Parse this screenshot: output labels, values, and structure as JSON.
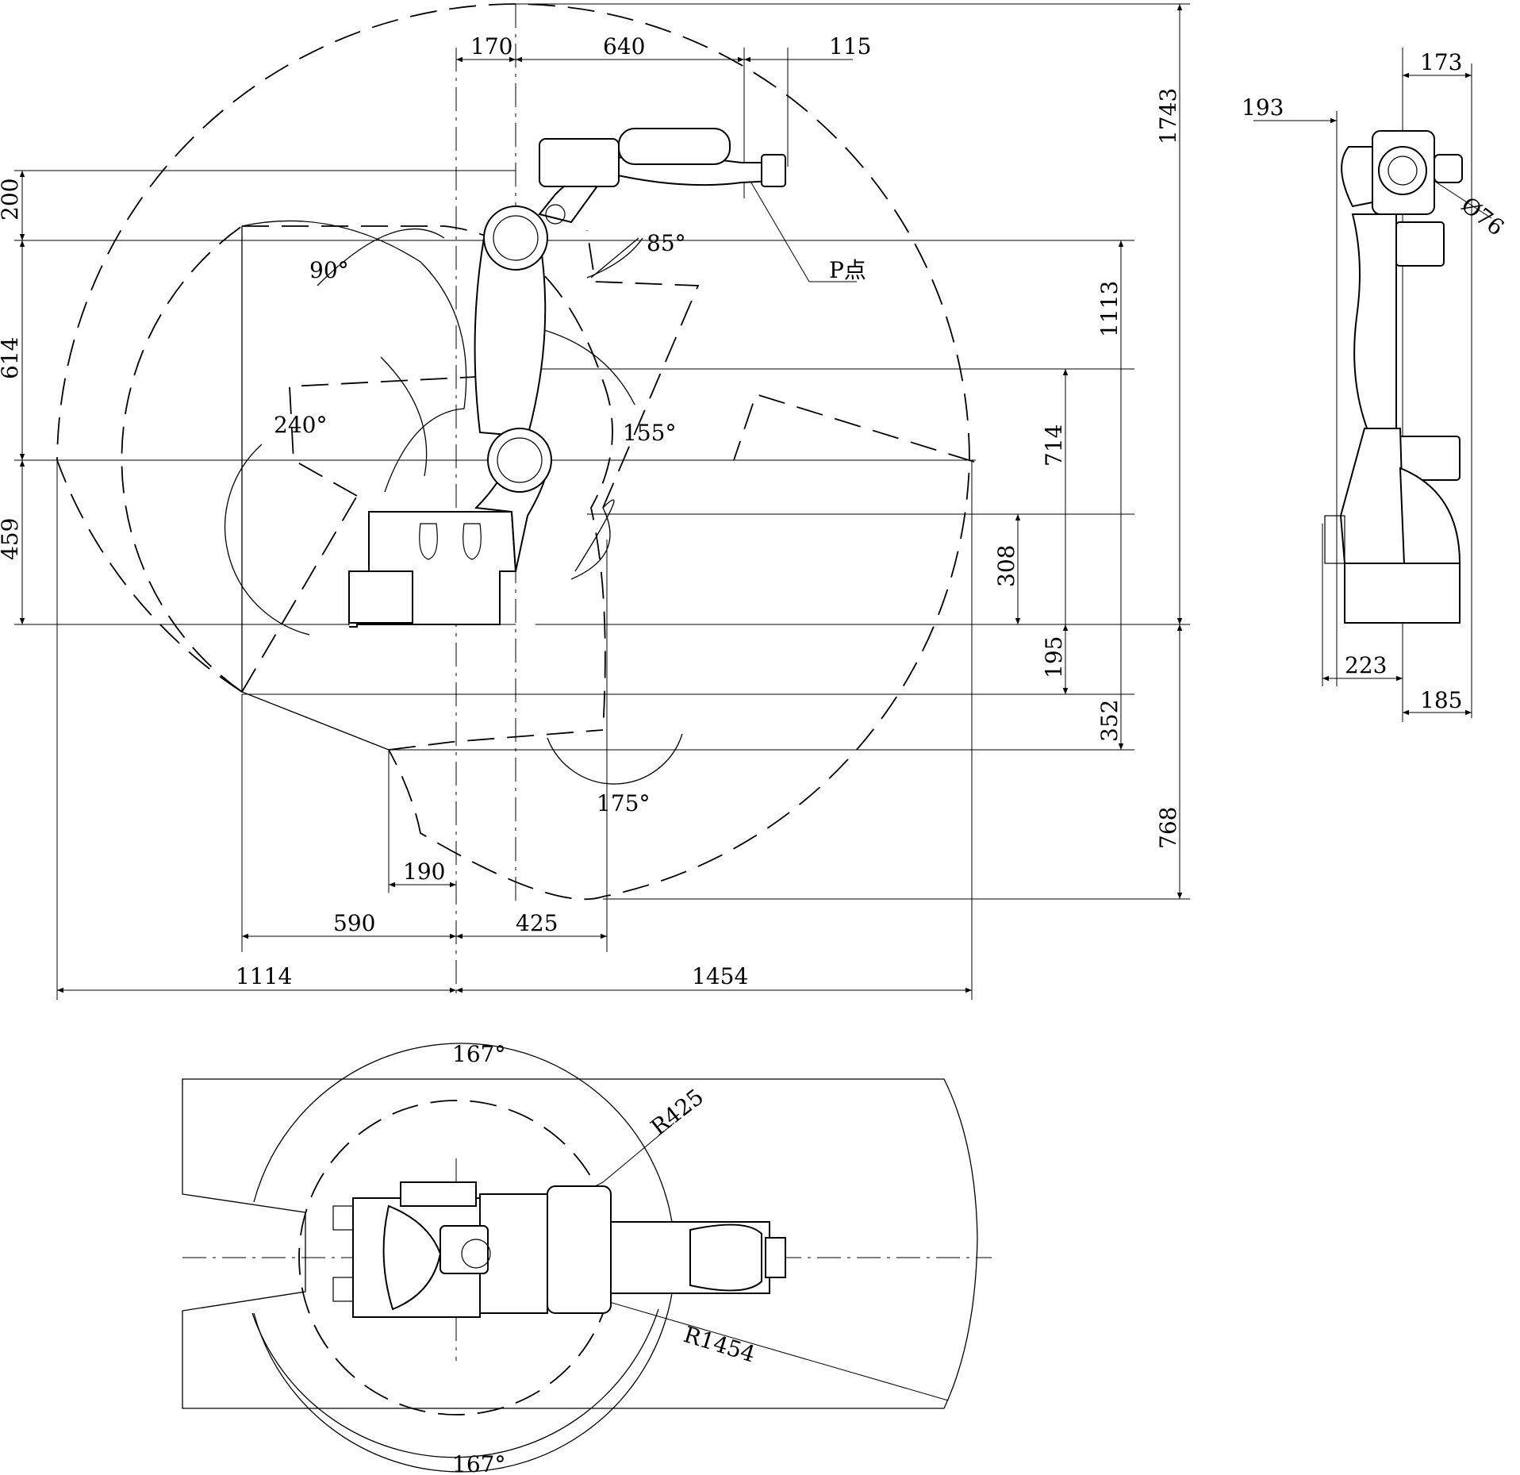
{
  "side_view": {
    "top_dims": [
      "170",
      "640",
      "115"
    ],
    "left_dims": [
      "200",
      "614",
      "459"
    ],
    "right_dims": [
      "1743",
      "1113",
      "714",
      "308",
      "195",
      "352",
      "768"
    ],
    "bottom_dims": [
      "190",
      "590",
      "425",
      "1114",
      "1454"
    ],
    "angles": [
      "90°",
      "85°",
      "240°",
      "155°",
      "175°"
    ],
    "p_point": "P点"
  },
  "end_view": {
    "dims": [
      "173",
      "193",
      "Ø76",
      "223",
      "185"
    ]
  },
  "top_view": {
    "angles": [
      "167°",
      "167°"
    ],
    "radii": [
      "R425",
      "R1454"
    ]
  },
  "colors": {
    "line": "#000000",
    "background": "#ffffff"
  }
}
